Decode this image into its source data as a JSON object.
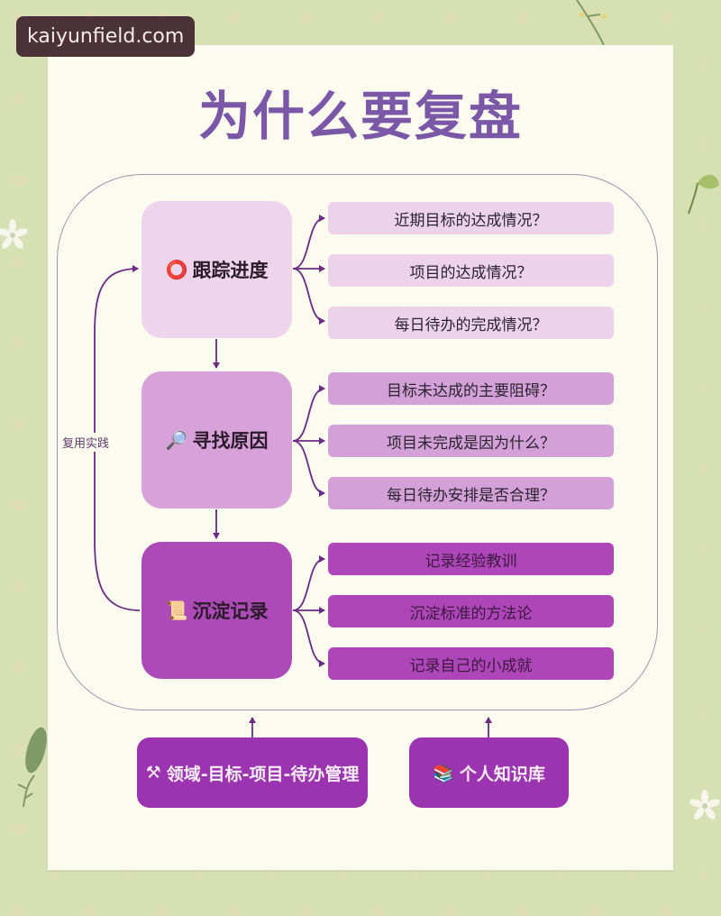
{
  "watermark": "kaiyunfield.com",
  "title": "为什么要复盘",
  "loop_label": "复用实践",
  "stages": [
    {
      "label": "跟踪进度",
      "icon": "⭕",
      "icon_name": "red-circle-icon",
      "color": "#efd5ec",
      "items": [
        "近期目标的达成情况？",
        "项目的达成情况？",
        "每日待办的完成情况？"
      ]
    },
    {
      "label": "寻找原因",
      "icon": "🔎",
      "icon_name": "magnifier-icon",
      "color": "#d7a2d9",
      "items": [
        "目标未达成的主要阻碍？",
        "项目未完成是因为什么？",
        "每日待办安排是否合理？"
      ]
    },
    {
      "label": "沉淀记录",
      "icon": "📜",
      "icon_name": "scroll-icon",
      "color": "#ad4ab8",
      "items": [
        "记录经验教训",
        "沉淀标准的方法论",
        "记录自己的小成就"
      ]
    }
  ],
  "foundations": [
    {
      "icon": "⚒",
      "icon_name": "tools-icon",
      "label": "领域-目标-项目-待办管理"
    },
    {
      "icon": "📚",
      "icon_name": "books-icon",
      "label": "个人知识库"
    }
  ],
  "colors": {
    "title": "#7b57a8",
    "arrow": "#6a2a86",
    "foundation": "#9c33b0",
    "background": "#d6e0b2",
    "paper": "#fcfbf0"
  }
}
